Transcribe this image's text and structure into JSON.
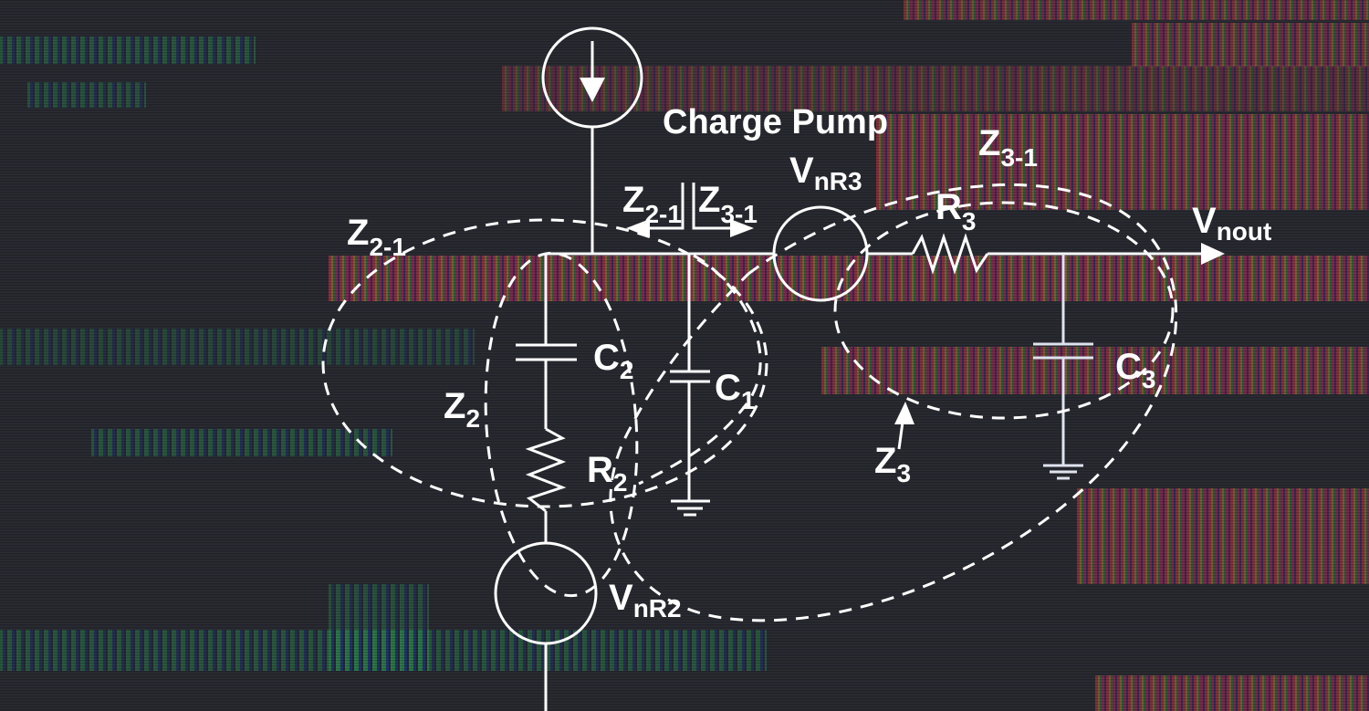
{
  "diagram": {
    "title": "Charge Pump",
    "nodes": {
      "current_source": {
        "label": "",
        "symbol": "down-arrow"
      },
      "z21_arrow": {
        "main": "Z",
        "sub": "2-1"
      },
      "z31_arrow": {
        "main": "Z",
        "sub": "3-1"
      },
      "z21_region": {
        "main": "Z",
        "sub": "2-1"
      },
      "z31_region": {
        "main": "Z",
        "sub": "3-1"
      },
      "z2": {
        "main": "Z",
        "sub": "2"
      },
      "z3": {
        "main": "Z",
        "sub": "3"
      },
      "c1": {
        "main": "C",
        "sub": "1"
      },
      "c2": {
        "main": "C",
        "sub": "2"
      },
      "c3": {
        "main": "C",
        "sub": "3"
      },
      "r2": {
        "main": "R",
        "sub": "2"
      },
      "r3": {
        "main": "R",
        "sub": "3"
      },
      "vnr2": {
        "main": "V",
        "sub": "nR2"
      },
      "vnr3": {
        "main": "V",
        "sub": "nR3"
      },
      "vnout": {
        "main": "V",
        "sub": "nout"
      }
    },
    "colors": {
      "background": "#2a2c33",
      "stroke": "#ffffff"
    }
  }
}
